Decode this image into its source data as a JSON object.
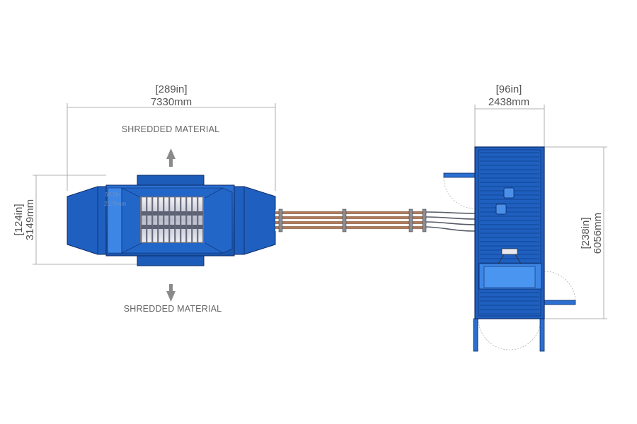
{
  "dimensions": {
    "shredder_width_in": "[289in]",
    "shredder_width_mm": "7330mm",
    "shredder_height_in": "[124in]",
    "shredder_height_mm": "3149mm",
    "container_width_in": "[96in]",
    "container_width_mm": "2438mm",
    "container_length_in": "[238in]",
    "container_length_mm": "6056mm"
  },
  "labels": {
    "output_top": "SHREDDED MATERIAL",
    "output_bottom": "SHREDDED MATERIAL",
    "cutter_note_line1": "68.3in",
    "cutter_note_line2": "2175mm"
  },
  "colors": {
    "equipment_blue": "#1f5fbf",
    "equipment_light_blue": "#3d86e6",
    "cable_copper": "#b07a5a",
    "arrow_gray": "#8a8a8a",
    "dimension_gray": "#9a9a9a"
  }
}
